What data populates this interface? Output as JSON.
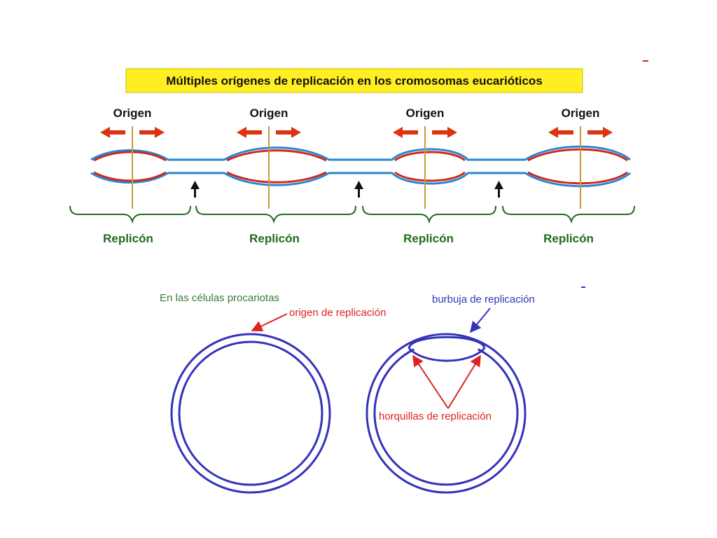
{
  "title": "Múltiples orígenes de replicación en los cromosomas eucarióticos",
  "origin_label": "Origen",
  "replicon_label": "Replicón",
  "prokaryote_label": "En las células procariotas",
  "origin_of_replication_label": "origen de replicación",
  "replication_bubble_label": "burbuja de replicación",
  "replication_forks_label": "horquillas de replicación",
  "colors": {
    "title_background": "#ffee22",
    "parental_strand": "#2a85d6",
    "new_strand": "#cc2a1a",
    "origin_line": "#c89a3a",
    "arrow": "#dd3311",
    "brace": "#1f6b1f",
    "replicon_text": "#1f6b1f",
    "circle": "#3333bb",
    "prokaryote_text": "#3a7a3a",
    "annotation_red": "#dd2222",
    "annotation_blue": "#3333bb"
  }
}
